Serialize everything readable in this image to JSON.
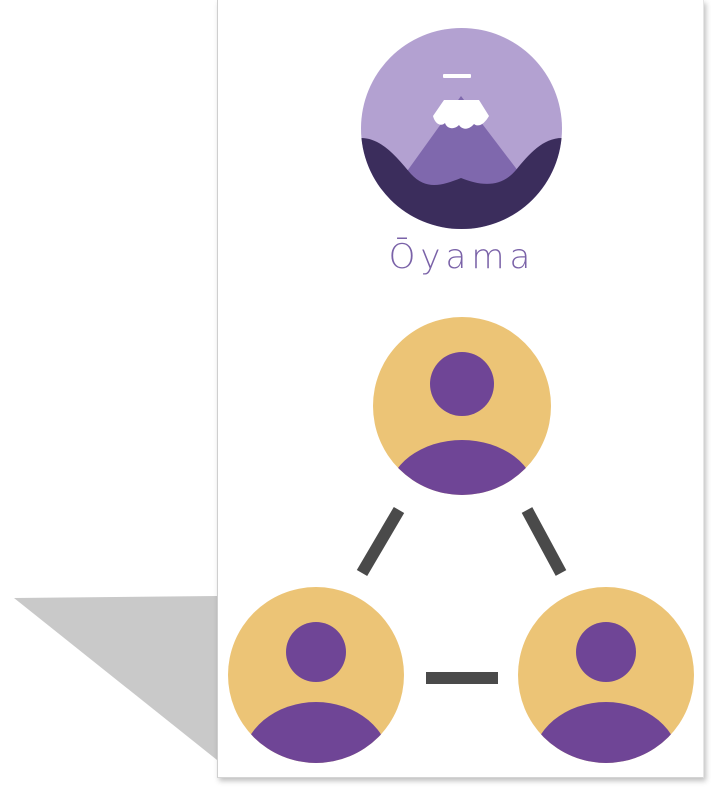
{
  "brand": {
    "name": "Ōyama",
    "logo_icon": "mountain-fuji-icon"
  },
  "network": {
    "nodes": [
      {
        "id": "top",
        "icon": "user-icon"
      },
      {
        "id": "bottom-left",
        "icon": "user-icon"
      },
      {
        "id": "bottom-right",
        "icon": "user-icon"
      }
    ],
    "connectors": [
      "top-to-bottom-left",
      "top-to-bottom-right",
      "bottom-left-to-bottom-right"
    ]
  },
  "colors": {
    "logo_sky": "#b3a1d1",
    "logo_mountain": "#7f68ad",
    "logo_snow": "#ffffff",
    "logo_ground": "#3b2d5c",
    "brand_text": "#7a62a8",
    "avatar_background": "#ecc476",
    "avatar_figure": "#6f4596",
    "connector": "#4a4a4a",
    "drop_shadow": "#c8c8c8"
  }
}
